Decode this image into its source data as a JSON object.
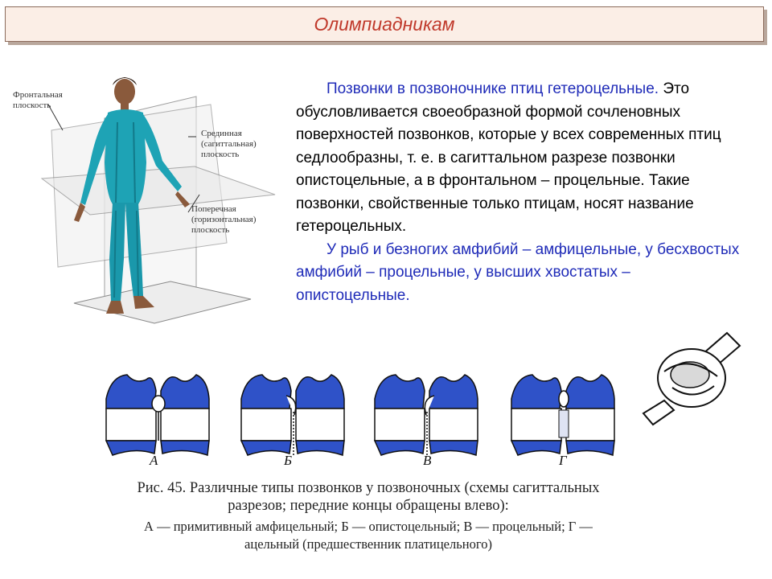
{
  "header": {
    "title": "Олимпиадникам"
  },
  "body_figure": {
    "labels": {
      "frontal": "Фронтальная\nплоскость",
      "median": "Срединная\n(сагиттальная)\nплоскость",
      "transverse": "Поперечная\n(горизонтальная)\nплоскость"
    }
  },
  "text": {
    "p1_lead": "Позвонки в позвоночнике птиц гетероцельные.",
    "p1_body": "Это обусловливается своеобразной формой сочленовных поверхностей позвонков, которые у всех современных птиц седлообразны, т. е. в сагиттальном разрезе позвонки опистоцельные, а в фронтальном – процельные. Такие позвонки, свойственные только птицам, носят название гетероцельных.",
    "p2": "У рыб и безногих амфибий – амфицельные, у бесхвостых амфибий – процельные, у высших хвостатых – опистоцельные."
  },
  "vertebrae": {
    "labels": [
      "А",
      "Б",
      "В",
      "Г"
    ],
    "color": "#2f52c8"
  },
  "caption": {
    "line1": "Рис. 45. Различные типы позвонков у позвоночных (схемы сагиттальных",
    "line2": "разрезов; передние концы обращены влево):",
    "line3": "А — примитивный амфицельный; Б — опистоцельный; В — процельный; Г —",
    "line4": "ацельный (предшественник платицельного)"
  }
}
